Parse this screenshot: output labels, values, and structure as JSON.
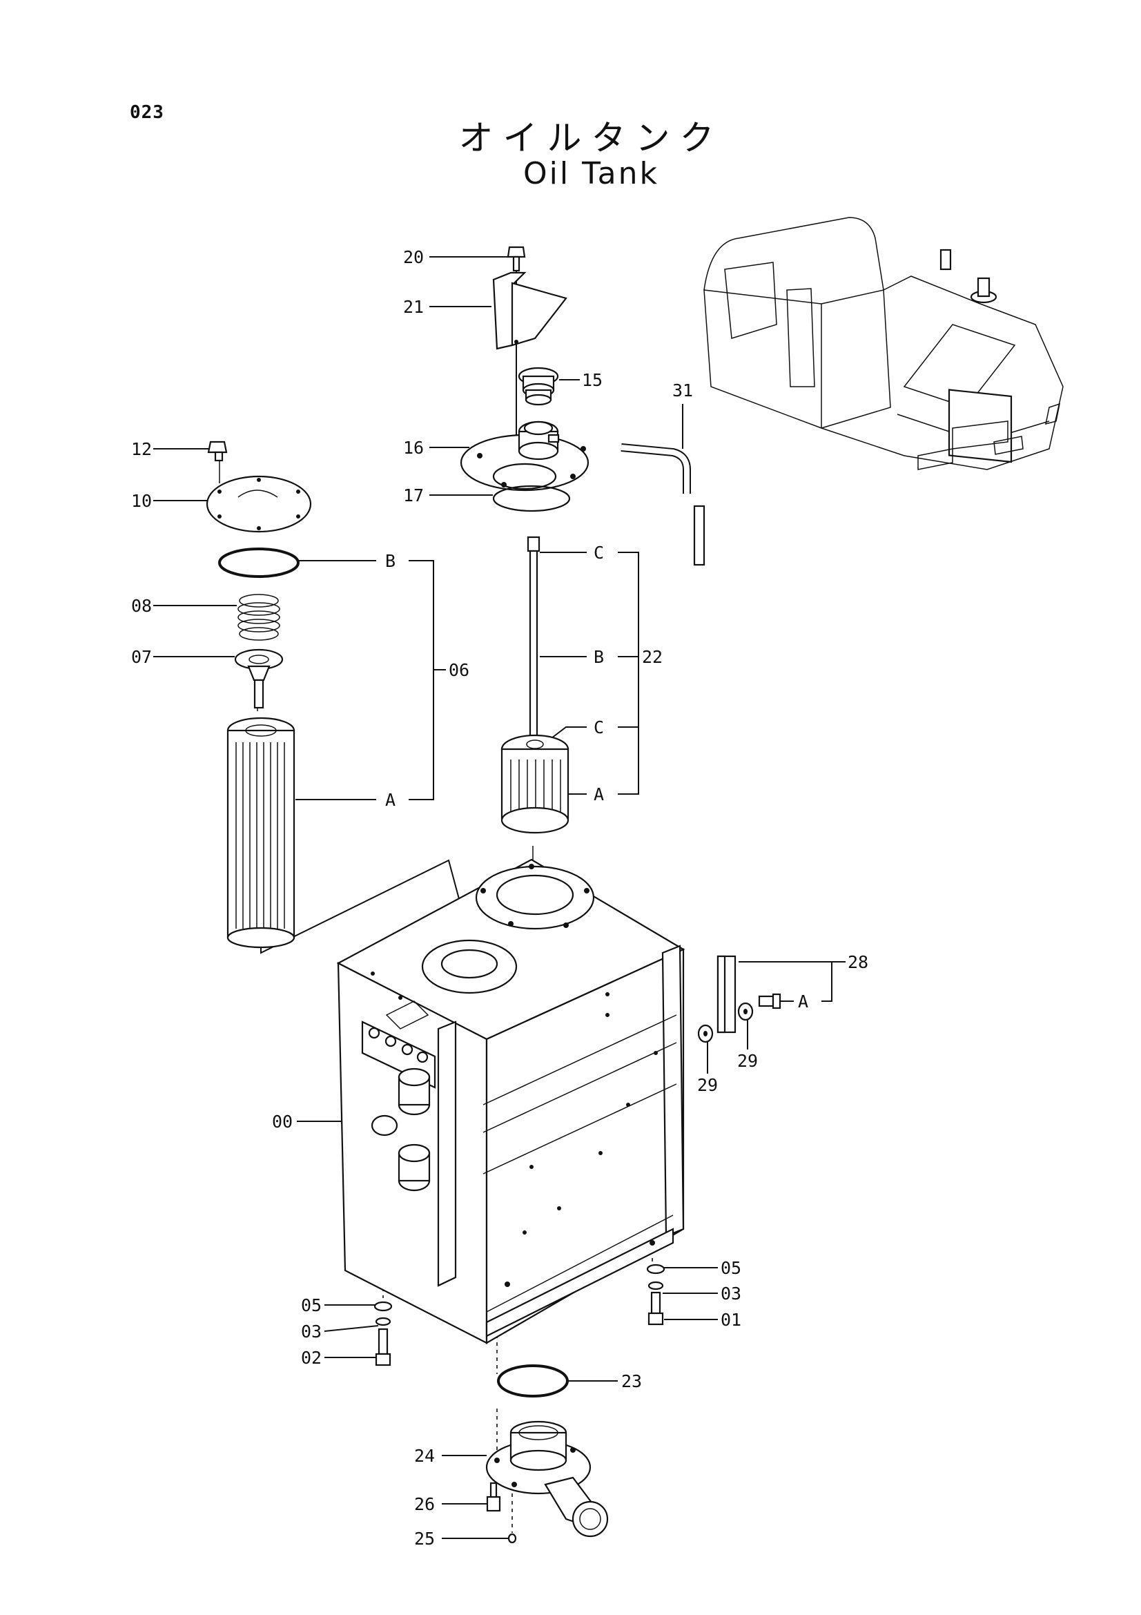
{
  "page_number": "023",
  "title_jp": "オイルタンク",
  "title_en": "Oil Tank",
  "callouts": [
    {
      "id": "c20",
      "text": "20"
    },
    {
      "id": "c21",
      "text": "21"
    },
    {
      "id": "c15",
      "text": "15"
    },
    {
      "id": "c31",
      "text": "31"
    },
    {
      "id": "c12",
      "text": "12"
    },
    {
      "id": "c16",
      "text": "16"
    },
    {
      "id": "c10",
      "text": "10"
    },
    {
      "id": "c17",
      "text": "17"
    },
    {
      "id": "c06B",
      "text": "B"
    },
    {
      "id": "c22C1",
      "text": "C"
    },
    {
      "id": "c08",
      "text": "08"
    },
    {
      "id": "c07",
      "text": "07"
    },
    {
      "id": "c06",
      "text": "06"
    },
    {
      "id": "c22B",
      "text": "B"
    },
    {
      "id": "c22",
      "text": "22"
    },
    {
      "id": "c22C2",
      "text": "C"
    },
    {
      "id": "c06A",
      "text": "A"
    },
    {
      "id": "c22A",
      "text": "A"
    },
    {
      "id": "c28",
      "text": "28"
    },
    {
      "id": "c28A",
      "text": "A"
    },
    {
      "id": "c29a",
      "text": "29"
    },
    {
      "id": "c29b",
      "text": "29"
    },
    {
      "id": "c00",
      "text": "00"
    },
    {
      "id": "c05r",
      "text": "05"
    },
    {
      "id": "c03r",
      "text": "03"
    },
    {
      "id": "c01",
      "text": "01"
    },
    {
      "id": "c05l",
      "text": "05"
    },
    {
      "id": "c03l",
      "text": "03"
    },
    {
      "id": "c02",
      "text": "02"
    },
    {
      "id": "c23",
      "text": "23"
    },
    {
      "id": "c24",
      "text": "24"
    },
    {
      "id": "c26",
      "text": "26"
    },
    {
      "id": "c25",
      "text": "25"
    }
  ]
}
